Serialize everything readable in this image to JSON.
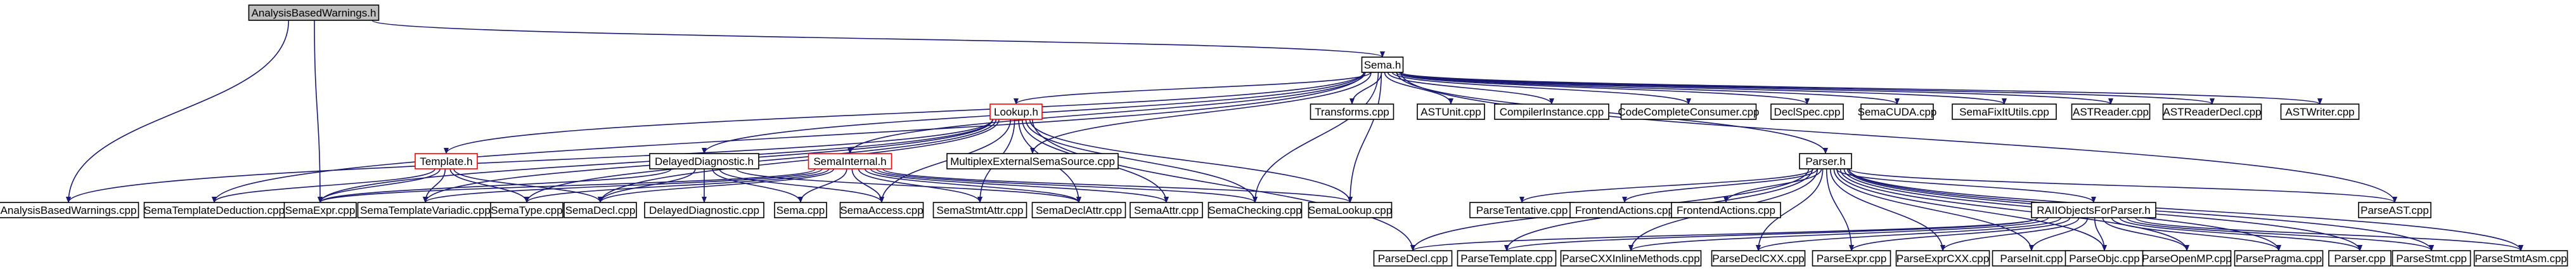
{
  "nodes": [
    {
      "id": "analysisbasedwarnings-h",
      "label": "AnalysisBasedWarnings.h",
      "root": true
    },
    {
      "id": "sema-h",
      "label": "Sema.h"
    },
    {
      "id": "analysisbasedwarnings-cpp",
      "label": "AnalysisBasedWarnings.cpp"
    },
    {
      "id": "semaexpr-cpp",
      "label": "SemaExpr.cpp"
    },
    {
      "id": "lookup-h",
      "label": "Lookup.h",
      "red": true
    },
    {
      "id": "template-h",
      "label": "Template.h",
      "red": true
    },
    {
      "id": "delayeddiagnostic-h",
      "label": "DelayedDiagnostic.h"
    },
    {
      "id": "semainternal-h",
      "label": "SemaInternal.h",
      "red": true
    },
    {
      "id": "multiplexexternalsemasource-cpp",
      "label": "MultiplexExternalSemaSource.cpp"
    },
    {
      "id": "transforms-cpp",
      "label": "Transforms.cpp"
    },
    {
      "id": "astunit-cpp",
      "label": "ASTUnit.cpp"
    },
    {
      "id": "compilerinstance-cpp",
      "label": "CompilerInstance.cpp"
    },
    {
      "id": "codecompleteconsumer-cpp",
      "label": "CodeCompleteConsumer.cpp"
    },
    {
      "id": "declspec-cpp",
      "label": "DeclSpec.cpp"
    },
    {
      "id": "semacuda-cpp",
      "label": "SemaCUDA.cpp"
    },
    {
      "id": "semafixitutils-cpp",
      "label": "SemaFixItUtils.cpp"
    },
    {
      "id": "astreader-cpp",
      "label": "ASTReader.cpp"
    },
    {
      "id": "astreaderdecl-cpp",
      "label": "ASTReaderDecl.cpp"
    },
    {
      "id": "astwriter-cpp",
      "label": "ASTWriter.cpp"
    },
    {
      "id": "parser-h",
      "label": "Parser.h"
    },
    {
      "id": "sematemplatededuction-cpp",
      "label": "SemaTemplateDeduction.cpp"
    },
    {
      "id": "sematemplatevariadic-cpp",
      "label": "SemaTemplateVariadic.cpp"
    },
    {
      "id": "sematype-cpp",
      "label": "SemaType.cpp"
    },
    {
      "id": "semadecl-cpp",
      "label": "SemaDecl.cpp"
    },
    {
      "id": "delayeddiagnostic-cpp",
      "label": "DelayedDiagnostic.cpp"
    },
    {
      "id": "sema-cpp",
      "label": "Sema.cpp"
    },
    {
      "id": "semaaccess-cpp",
      "label": "SemaAccess.cpp"
    },
    {
      "id": "semastmtattr-cpp",
      "label": "SemaStmtAttr.cpp"
    },
    {
      "id": "semadeclattr-cpp",
      "label": "SemaDeclAttr.cpp"
    },
    {
      "id": "semaattr-cpp",
      "label": "SemaAttr.cpp"
    },
    {
      "id": "semachecking-cpp",
      "label": "SemaChecking.cpp"
    },
    {
      "id": "semalookup-cpp",
      "label": "SemaLookup.cpp"
    },
    {
      "id": "parsetentative-cpp",
      "label": "ParseTentative.cpp"
    },
    {
      "id": "frontendactions-cpp-1",
      "label": "FrontendActions.cpp"
    },
    {
      "id": "frontendactions-cpp-2",
      "label": "FrontendActions.cpp"
    },
    {
      "id": "raiiobjectsforparser-h",
      "label": "RAIIObjectsForParser.h"
    },
    {
      "id": "parseast-cpp",
      "label": "ParseAST.cpp"
    },
    {
      "id": "parsedecl-cpp",
      "label": "ParseDecl.cpp"
    },
    {
      "id": "parsetemplate-cpp",
      "label": "ParseTemplate.cpp"
    },
    {
      "id": "parsecxxinlinemethods-cpp",
      "label": "ParseCXXInlineMethods.cpp"
    },
    {
      "id": "parsedeclcxx-cpp",
      "label": "ParseDeclCXX.cpp"
    },
    {
      "id": "parseexpr-cpp",
      "label": "ParseExpr.cpp"
    },
    {
      "id": "parseexprcxx-cpp",
      "label": "ParseExprCXX.cpp"
    },
    {
      "id": "parseinit-cpp",
      "label": "ParseInit.cpp"
    },
    {
      "id": "parseobjc-cpp",
      "label": "ParseObjc.cpp"
    },
    {
      "id": "parseopenmp-cpp",
      "label": "ParseOpenMP.cpp"
    },
    {
      "id": "parsepragma-cpp",
      "label": "ParsePragma.cpp"
    },
    {
      "id": "parser-cpp",
      "label": "Parser.cpp"
    },
    {
      "id": "parsestmt-cpp",
      "label": "ParseStmt.cpp"
    },
    {
      "id": "parsestmtasm-cpp",
      "label": "ParseStmtAsm.cpp"
    }
  ],
  "edges": [
    [
      "analysisbasedwarnings-h",
      "sema-h"
    ],
    [
      "analysisbasedwarnings-h",
      "analysisbasedwarnings-cpp"
    ],
    [
      "analysisbasedwarnings-h",
      "semaexpr-cpp"
    ],
    [
      "sema-h",
      "lookup-h"
    ],
    [
      "sema-h",
      "template-h"
    ],
    [
      "sema-h",
      "delayeddiagnostic-h"
    ],
    [
      "sema-h",
      "semainternal-h"
    ],
    [
      "sema-h",
      "multiplexexternalsemasource-cpp"
    ],
    [
      "sema-h",
      "transforms-cpp"
    ],
    [
      "sema-h",
      "astunit-cpp"
    ],
    [
      "sema-h",
      "compilerinstance-cpp"
    ],
    [
      "sema-h",
      "codecompleteconsumer-cpp"
    ],
    [
      "sema-h",
      "declspec-cpp"
    ],
    [
      "sema-h",
      "semacuda-cpp"
    ],
    [
      "sema-h",
      "semafixitutils-cpp"
    ],
    [
      "sema-h",
      "astreader-cpp"
    ],
    [
      "sema-h",
      "astreaderdecl-cpp"
    ],
    [
      "sema-h",
      "astwriter-cpp"
    ],
    [
      "sema-h",
      "parser-h"
    ],
    [
      "sema-h",
      "sematemplatededuction-cpp"
    ],
    [
      "sema-h",
      "semachecking-cpp"
    ],
    [
      "sema-h",
      "semalookup-cpp"
    ],
    [
      "sema-h",
      "parseast-cpp"
    ],
    [
      "lookup-h",
      "analysisbasedwarnings-cpp"
    ],
    [
      "lookup-h",
      "semaexpr-cpp"
    ],
    [
      "lookup-h",
      "sematemplatevariadic-cpp"
    ],
    [
      "lookup-h",
      "sematype-cpp"
    ],
    [
      "lookup-h",
      "semadecl-cpp"
    ],
    [
      "lookup-h",
      "semaaccess-cpp"
    ],
    [
      "lookup-h",
      "semastmtattr-cpp"
    ],
    [
      "lookup-h",
      "semadeclattr-cpp"
    ],
    [
      "lookup-h",
      "semaattr-cpp"
    ],
    [
      "lookup-h",
      "semachecking-cpp"
    ],
    [
      "lookup-h",
      "semalookup-cpp"
    ],
    [
      "lookup-h",
      "parsedecl-cpp"
    ],
    [
      "template-h",
      "sematemplatededuction-cpp"
    ],
    [
      "template-h",
      "semaexpr-cpp"
    ],
    [
      "template-h",
      "sematemplatevariadic-cpp"
    ],
    [
      "template-h",
      "sematype-cpp"
    ],
    [
      "template-h",
      "semadecl-cpp"
    ],
    [
      "delayeddiagnostic-h",
      "semaexpr-cpp"
    ],
    [
      "delayeddiagnostic-h",
      "semadecl-cpp"
    ],
    [
      "delayeddiagnostic-h",
      "delayeddiagnostic-cpp"
    ],
    [
      "delayeddiagnostic-h",
      "sema-cpp"
    ],
    [
      "delayeddiagnostic-h",
      "semaaccess-cpp"
    ],
    [
      "delayeddiagnostic-h",
      "semadeclattr-cpp"
    ],
    [
      "semainternal-h",
      "semaexpr-cpp"
    ],
    [
      "semainternal-h",
      "sematemplatevariadic-cpp"
    ],
    [
      "semainternal-h",
      "sematype-cpp"
    ],
    [
      "semainternal-h",
      "semadecl-cpp"
    ],
    [
      "semainternal-h",
      "sema-cpp"
    ],
    [
      "semainternal-h",
      "semaaccess-cpp"
    ],
    [
      "semainternal-h",
      "semastmtattr-cpp"
    ],
    [
      "semainternal-h",
      "semadeclattr-cpp"
    ],
    [
      "semainternal-h",
      "semaattr-cpp"
    ],
    [
      "semainternal-h",
      "semachecking-cpp"
    ],
    [
      "semainternal-h",
      "semalookup-cpp"
    ],
    [
      "parser-h",
      "parsetentative-cpp"
    ],
    [
      "parser-h",
      "frontendactions-cpp-1"
    ],
    [
      "parser-h",
      "frontendactions-cpp-2"
    ],
    [
      "parser-h",
      "raiiobjectsforparser-h"
    ],
    [
      "parser-h",
      "parseast-cpp"
    ],
    [
      "parser-h",
      "parsedecl-cpp"
    ],
    [
      "parser-h",
      "parsetemplate-cpp"
    ],
    [
      "parser-h",
      "parsecxxinlinemethods-cpp"
    ],
    [
      "parser-h",
      "parsedeclcxx-cpp"
    ],
    [
      "parser-h",
      "parseexpr-cpp"
    ],
    [
      "parser-h",
      "parseexprcxx-cpp"
    ],
    [
      "parser-h",
      "parseinit-cpp"
    ],
    [
      "parser-h",
      "parseobjc-cpp"
    ],
    [
      "parser-h",
      "parseopenmp-cpp"
    ],
    [
      "parser-h",
      "parsepragma-cpp"
    ],
    [
      "parser-h",
      "parser-cpp"
    ],
    [
      "parser-h",
      "parsestmt-cpp"
    ],
    [
      "parser-h",
      "parsestmtasm-cpp"
    ],
    [
      "raiiobjectsforparser-h",
      "parsedecl-cpp"
    ],
    [
      "raiiobjectsforparser-h",
      "parsetemplate-cpp"
    ],
    [
      "raiiobjectsforparser-h",
      "parsecxxinlinemethods-cpp"
    ],
    [
      "raiiobjectsforparser-h",
      "parsedeclcxx-cpp"
    ],
    [
      "raiiobjectsforparser-h",
      "parseexpr-cpp"
    ],
    [
      "raiiobjectsforparser-h",
      "parseexprcxx-cpp"
    ],
    [
      "raiiobjectsforparser-h",
      "parseinit-cpp"
    ],
    [
      "raiiobjectsforparser-h",
      "parseobjc-cpp"
    ],
    [
      "raiiobjectsforparser-h",
      "parseopenmp-cpp"
    ],
    [
      "raiiobjectsforparser-h",
      "parsepragma-cpp"
    ],
    [
      "raiiobjectsforparser-h",
      "parser-cpp"
    ],
    [
      "raiiobjectsforparser-h",
      "parsestmt-cpp"
    ],
    [
      "raiiobjectsforparser-h",
      "parsestmtasm-cpp"
    ]
  ]
}
